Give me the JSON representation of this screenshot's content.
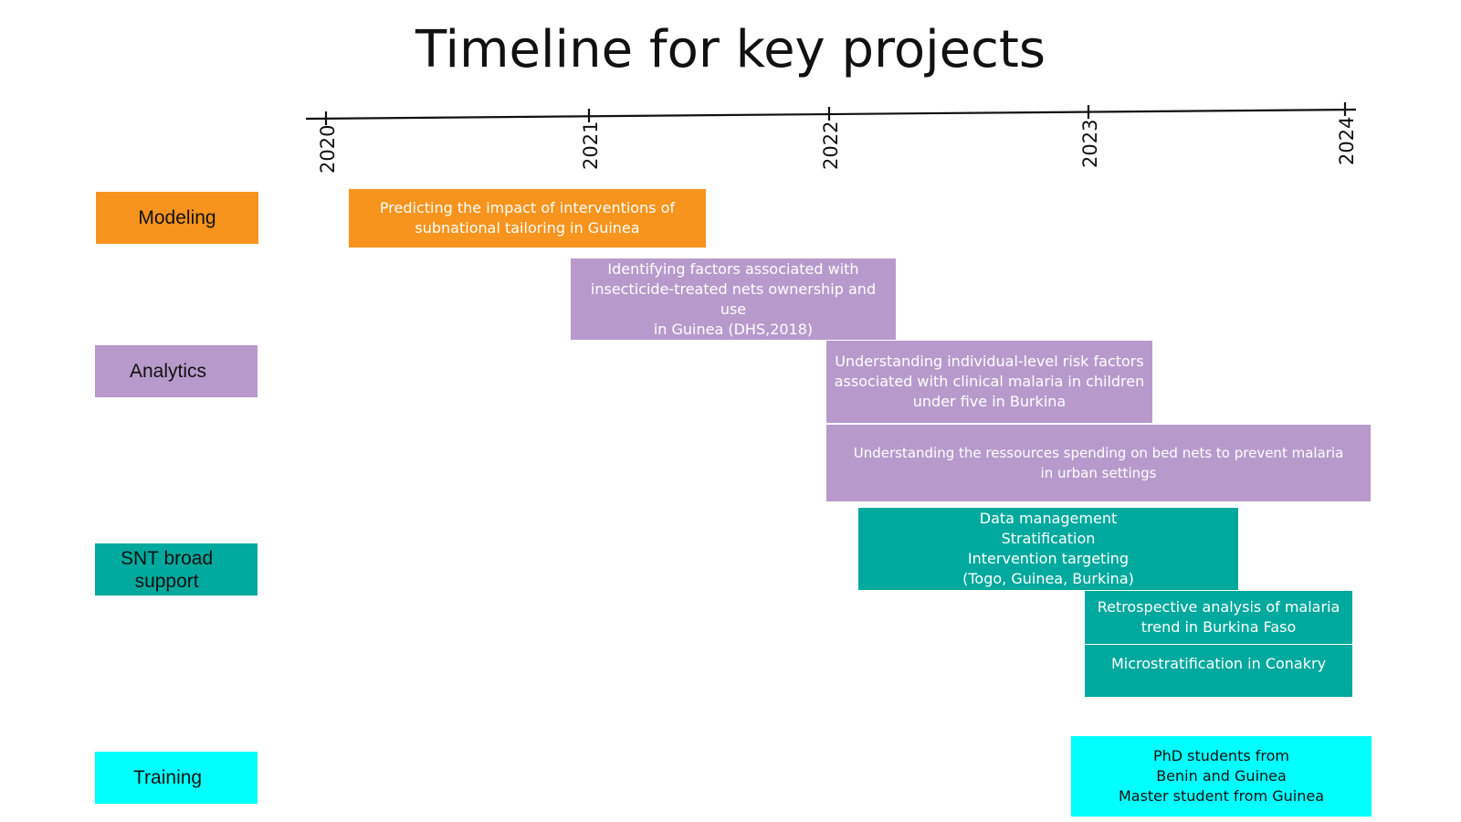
{
  "title": "Timeline for key projects",
  "timeline": {
    "years": [
      "2020",
      "2021",
      "2022",
      "2023",
      "2024"
    ]
  },
  "categories": [
    {
      "key": "modeling",
      "label_lines": [
        "Modeling"
      ],
      "color": "#f7941d"
    },
    {
      "key": "analytics",
      "label_lines": [
        "Analytics"
      ],
      "color": "#b79acb"
    },
    {
      "key": "snt",
      "label_lines": [
        "SNT broad",
        "support"
      ],
      "color": "#00a99d"
    },
    {
      "key": "training",
      "label_lines": [
        "Training"
      ],
      "color": "#00ffff"
    }
  ],
  "projects": [
    {
      "category": "modeling",
      "lines": [
        "Predicting the impact of interventions of",
        "subnational tailoring in Guinea"
      ]
    },
    {
      "category": "analytics",
      "lines": [
        "Identifying factors associated  with",
        "insecticide-treated nets ownership and use",
        "in Guinea (DHS,2018)"
      ]
    },
    {
      "category": "analytics",
      "lines": [
        "Understanding individual-level risk factors",
        "associated with clinical malaria in children",
        "under five in Burkina"
      ]
    },
    {
      "category": "analytics",
      "lines": [
        "Understanding the ressources spending on bed nets to prevent malaria",
        "in urban settings"
      ]
    },
    {
      "category": "snt",
      "lines": [
        "Data management",
        "Stratification",
        "Intervention targeting",
        "(Togo, Guinea, Burkina)"
      ]
    },
    {
      "category": "snt",
      "lines": [
        "Retrospective analysis of malaria",
        "trend in Burkina Faso"
      ]
    },
    {
      "category": "snt",
      "lines": [
        "Microstratification in Conakry"
      ]
    },
    {
      "category": "training",
      "lines": [
        "PhD students from",
        "Benin and Guinea",
        "Master student from Guinea"
      ]
    }
  ]
}
